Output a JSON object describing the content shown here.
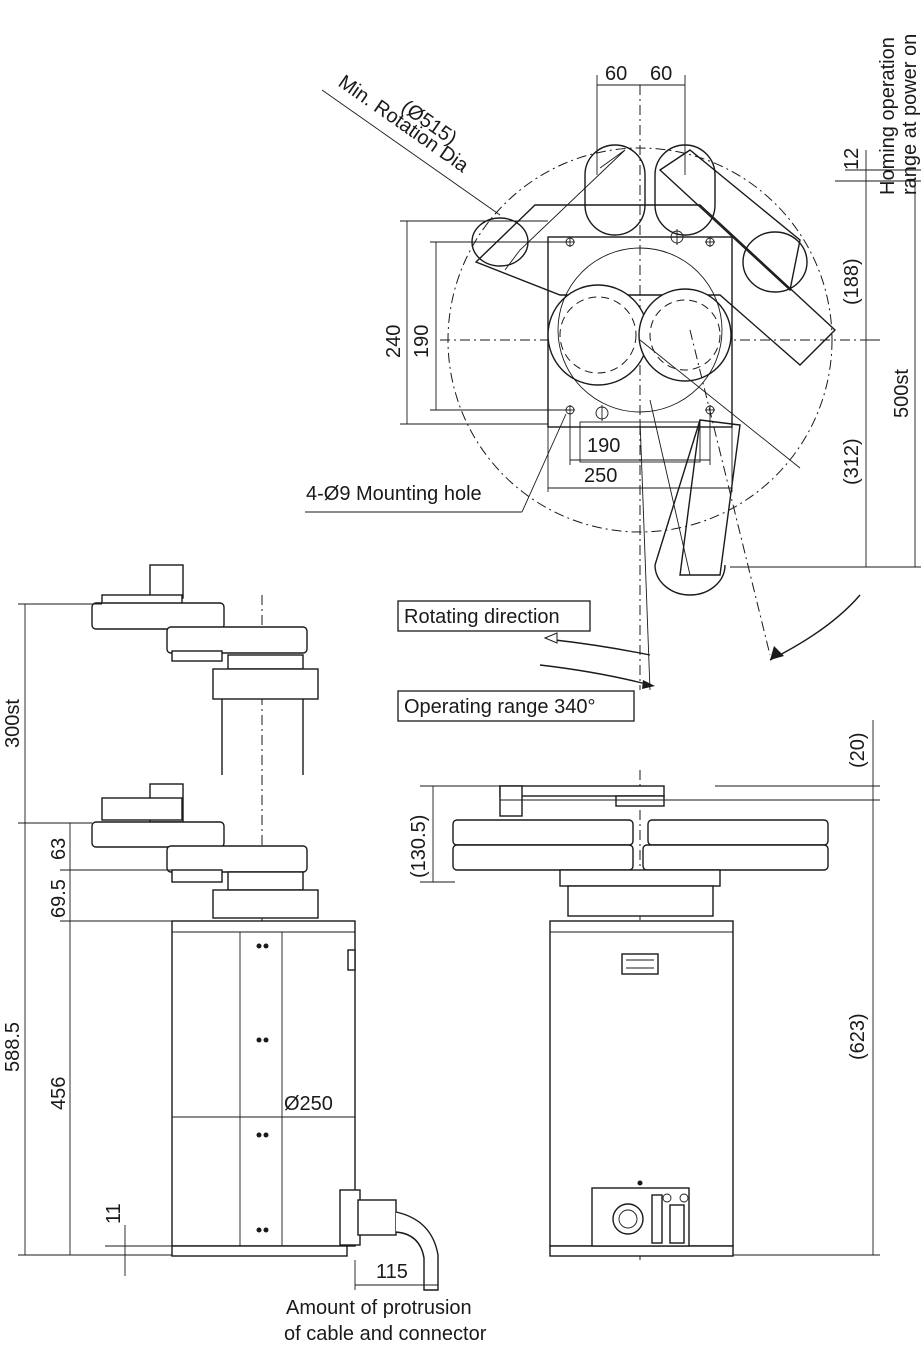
{
  "labels": {
    "homing": [
      "Homing operation",
      "range at power on"
    ],
    "min_rotation_dia": "(Ø515)",
    "min_rotation_label": "Min. Rotation Dia",
    "mounting_hole": "4-Ø9 Mounting hole",
    "rotating_direction": "Rotating direction",
    "operating_range": "Operating range 340°",
    "protrusion": [
      "Amount of protrusion",
      "of cable and connector"
    ]
  },
  "dimensions": {
    "top_60_left": "60",
    "top_60_right": "60",
    "d12": "12",
    "d188": "(188)",
    "d500st": "500st",
    "d312": "(312)",
    "d240": "240",
    "d190_vert": "190",
    "d190_horiz": "190",
    "d250": "250",
    "d300st": "300st",
    "d63": "63",
    "d69_5": "69.5",
    "d588_5": "588.5",
    "d456": "456",
    "d11": "11",
    "d250_dia": "Ø250",
    "d115": "115",
    "d20": "(20)",
    "d130_5": "(130.5)",
    "d623": "(623)"
  }
}
